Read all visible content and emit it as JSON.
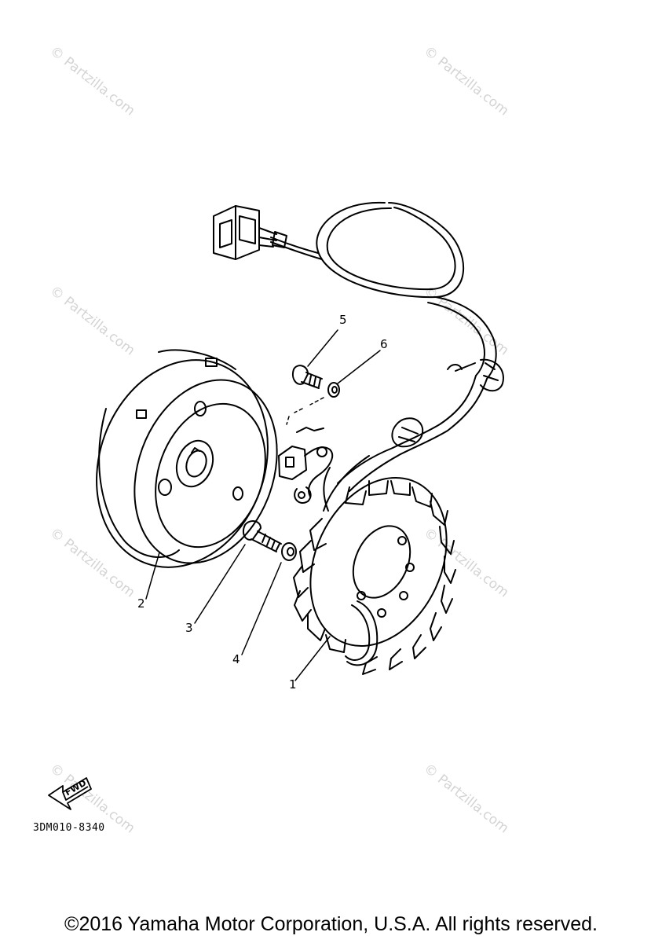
{
  "watermarks": [
    "© Partzilla.com",
    "© Partzilla.com",
    "© Partzilla.com",
    "© Partzilla.com",
    "© Partzilla.com",
    "© Partzilla.com",
    "© Partzilla.com",
    "© Partzilla.com"
  ],
  "callouts": [
    "1",
    "2",
    "3",
    "4",
    "5",
    "6"
  ],
  "fwd_badge": "FWD",
  "diagram_code": "3DM010-8340",
  "copyright": "©2016 Yamaha Motor Corporation, U.S.A. All rights reserved.",
  "colors": {
    "line": "#000000",
    "watermark": "#d4d4d4",
    "background": "#ffffff"
  }
}
